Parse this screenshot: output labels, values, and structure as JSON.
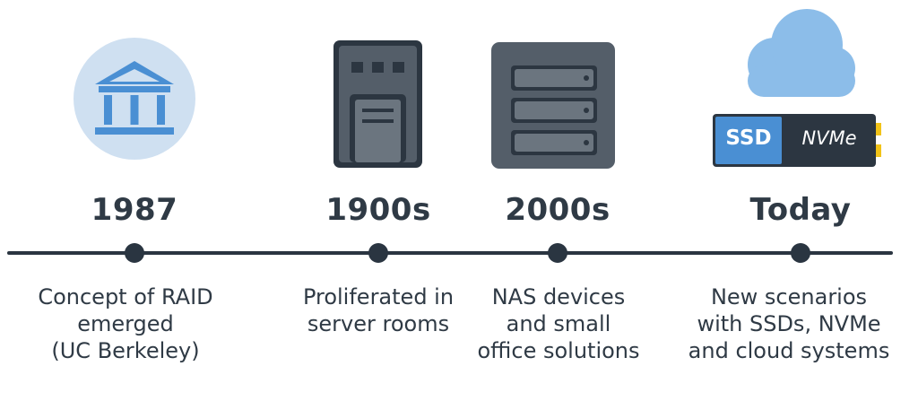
{
  "timeline": {
    "events": [
      {
        "year": "1987",
        "icon": "institution-building-icon",
        "lines": [
          "Concept of RAID",
          "emerged",
          "(UC Berkeley)"
        ]
      },
      {
        "year": "1900s",
        "icon": "server-tower-icon",
        "lines": [
          "Proliferated in",
          "server rooms"
        ]
      },
      {
        "year": "2000s",
        "icon": "nas-device-icon",
        "lines": [
          "NAS devices",
          "and small",
          "office solutions"
        ]
      },
      {
        "year": "Today",
        "icon": "cloud-ssd-nvme-icon",
        "lines": [
          "New scenarios",
          "with SSDs, NVMe",
          "and cloud systems"
        ],
        "ssd_label": "SSD",
        "nvme_label": "NVMe"
      }
    ]
  },
  "colors": {
    "line": "#2a3541",
    "accent_blue": "#4a8fd3",
    "light_blue": "#cfe0f1",
    "cloud_blue": "#8cbde9",
    "device_gray": "#545e69",
    "device_dark": "#2c3641"
  }
}
